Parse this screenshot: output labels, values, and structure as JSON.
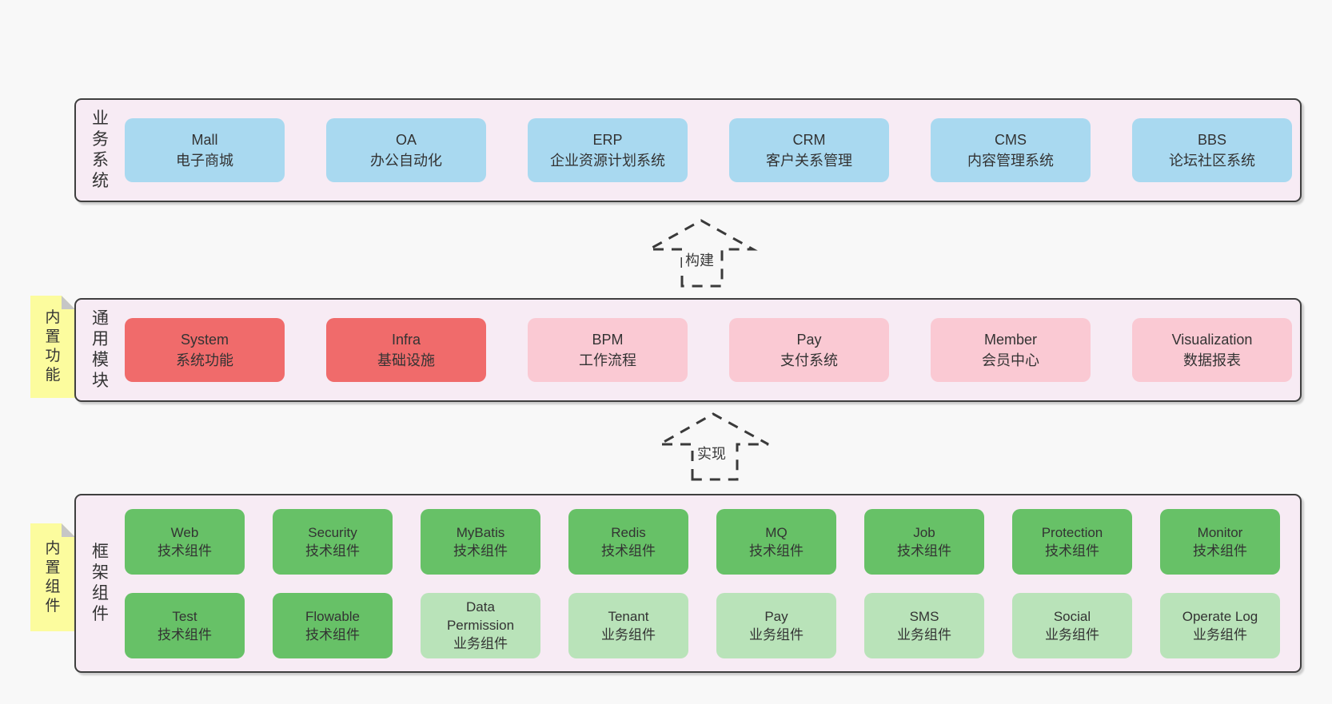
{
  "colors": {
    "page_bg": "#f8f8f8",
    "panel_bg": "#f7ebf4",
    "panel_border": "#3f3f3f",
    "blue_box": "#a9d9f0",
    "red_box": "#f06b6b",
    "pink_box": "#fac9d3",
    "green_box": "#67c167",
    "light_green_box": "#b9e3b9",
    "note_yellow": "#fcfc9e",
    "note_fold_gray": "#c6c6c6",
    "text": "#333333"
  },
  "arrows": [
    {
      "label": "构建"
    },
    {
      "label": "实现"
    }
  ],
  "sections": {
    "business": {
      "label": "业务系统",
      "boxes": [
        {
          "name": "Mall",
          "desc": "电子商城"
        },
        {
          "name": "OA",
          "desc": "办公自动化"
        },
        {
          "name": "ERP",
          "desc": "企业资源计划系统"
        },
        {
          "name": "CRM",
          "desc": "客户关系管理"
        },
        {
          "name": "CMS",
          "desc": "内容管理系统"
        },
        {
          "name": "BBS",
          "desc": "论坛社区系统"
        }
      ]
    },
    "modules": {
      "label": "通用模块",
      "note": "内置功能",
      "boxes": [
        {
          "name": "System",
          "desc": "系统功能"
        },
        {
          "name": "Infra",
          "desc": "基础设施"
        },
        {
          "name": "BPM",
          "desc": "工作流程"
        },
        {
          "name": "Pay",
          "desc": "支付系统"
        },
        {
          "name": "Member",
          "desc": "会员中心"
        },
        {
          "name": "Visualization",
          "desc": "数据报表"
        }
      ]
    },
    "components": {
      "label": "框架组件",
      "note": "内置组件",
      "rows": [
        [
          {
            "name": "Web",
            "desc": "技术组件"
          },
          {
            "name": "Security",
            "desc": "技术组件"
          },
          {
            "name": "MyBatis",
            "desc": "技术组件"
          },
          {
            "name": "Redis",
            "desc": "技术组件"
          },
          {
            "name": "MQ",
            "desc": "技术组件"
          },
          {
            "name": "Job",
            "desc": "技术组件"
          },
          {
            "name": "Protection",
            "desc": "技术组件"
          },
          {
            "name": "Monitor",
            "desc": "技术组件"
          }
        ],
        [
          {
            "name": "Test",
            "desc": "技术组件"
          },
          {
            "name": "Flowable",
            "desc": "技术组件"
          },
          {
            "name": "Data Permission",
            "desc": "业务组件"
          },
          {
            "name": "Tenant",
            "desc": "业务组件"
          },
          {
            "name": "Pay",
            "desc": "业务组件"
          },
          {
            "name": "SMS",
            "desc": "业务组件"
          },
          {
            "name": "Social",
            "desc": "业务组件"
          },
          {
            "name": "Operate Log",
            "desc": "业务组件"
          }
        ]
      ]
    }
  }
}
